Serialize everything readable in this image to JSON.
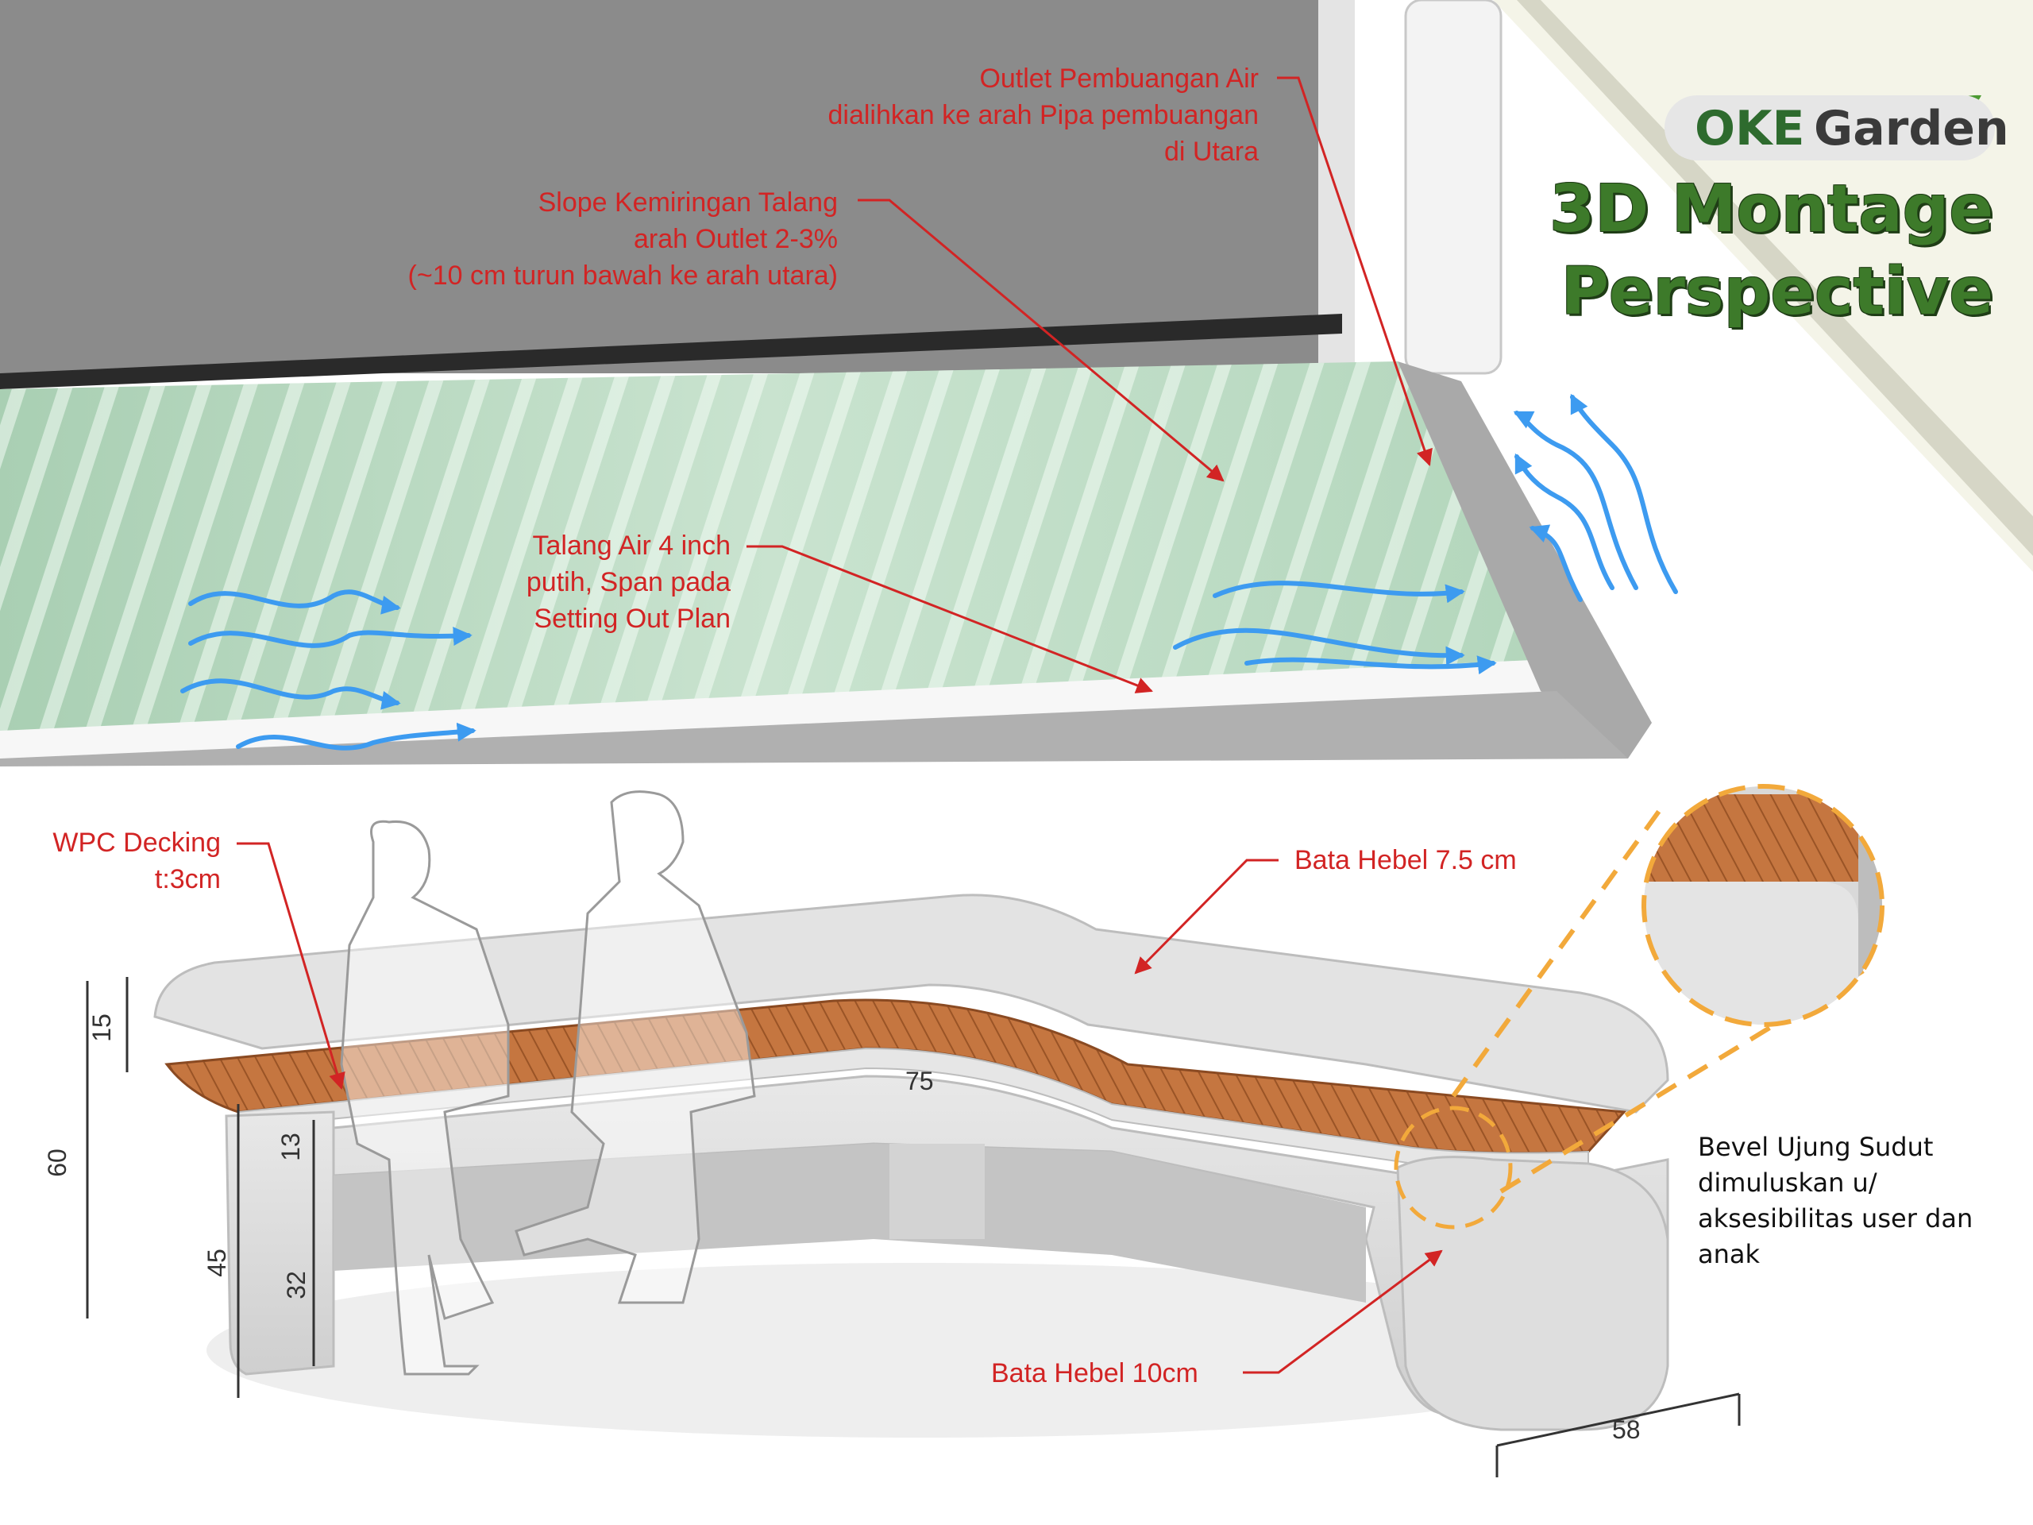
{
  "brand": {
    "part1": "OKE",
    "part2": "Garden"
  },
  "title": {
    "line1": "3D Montage",
    "line2": "Perspective"
  },
  "callouts": {
    "outlet": [
      "Outlet Pembuangan Air",
      "dialihkan ke arah Pipa pembuangan",
      "di Utara"
    ],
    "slope": [
      "Slope Kemiringan Talang",
      "arah Outlet 2-3%",
      "(~10 cm turun bawah ke arah utara)"
    ],
    "talang": [
      "Talang Air 4 inch",
      "putih, Span pada",
      "Setting Out Plan"
    ],
    "wpc": [
      "WPC Decking",
      "t:3cm"
    ],
    "hebel75": "Bata Hebel 7.5 cm",
    "hebel10": "Bata Hebel 10cm"
  },
  "dimensions": {
    "d15": "15",
    "d60": "60",
    "d13": "13",
    "d45": "45",
    "d32": "32",
    "d75": "75",
    "d58": "58"
  },
  "bevel_note": [
    "Bevel Ujung Sudut",
    "dimuluskan u/",
    "aksesibilitas user dan",
    "anak"
  ],
  "colors": {
    "annotation": "#d22424",
    "brand_green": "#3d7a2a",
    "wood": "#c0703e",
    "concrete": "#dcdcdc",
    "wall": "#8a8a8a",
    "roof_glass": "#bcd9c2",
    "airflow": "#3d9bf0",
    "detail_ring": "#f2a93b"
  },
  "icons": [
    "airflow-arrow-icon",
    "leaf-icon"
  ]
}
